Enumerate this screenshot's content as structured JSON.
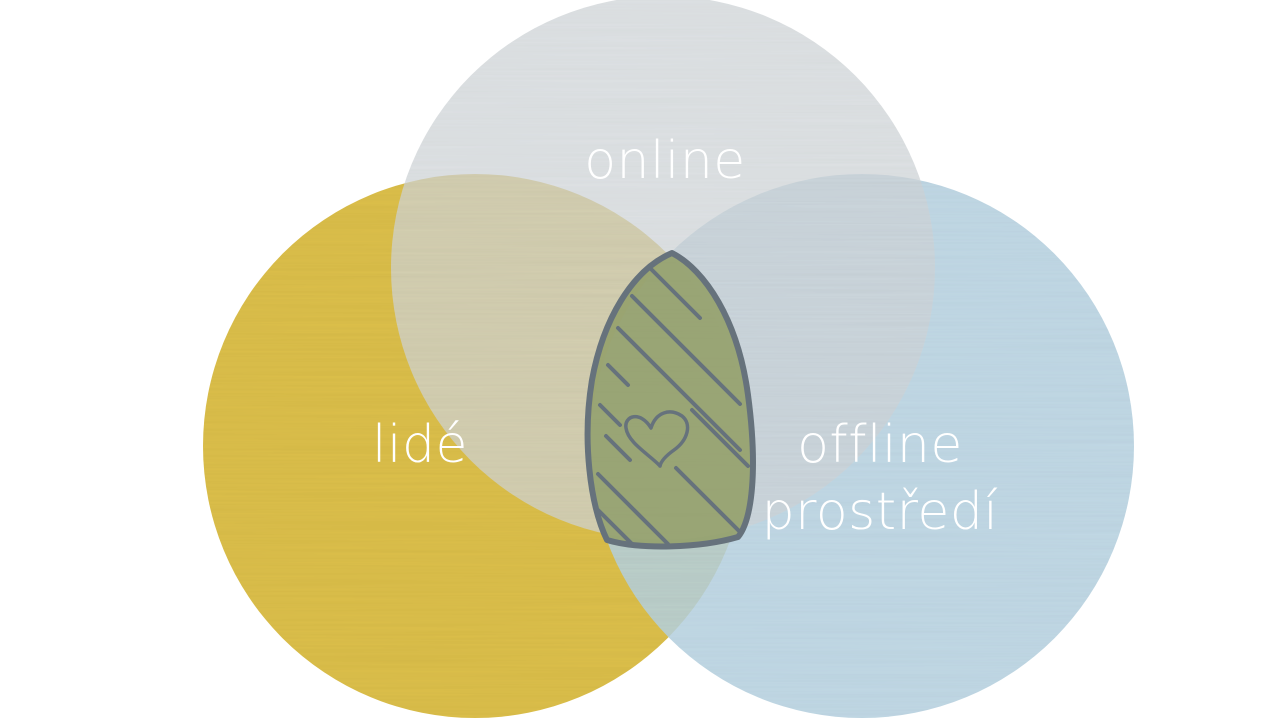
{
  "diagram": {
    "type": "venn-3",
    "sets": [
      {
        "id": "online",
        "label": "online",
        "color": "#d2d7da"
      },
      {
        "id": "lide",
        "label": "lidé",
        "color": "#ddc04c"
      },
      {
        "id": "offline",
        "label": "offline",
        "label_line2": "prostředí",
        "color": "#b7d3e2"
      }
    ],
    "intersection": {
      "icon": "heart-icon",
      "fill": "#93a06a",
      "outline": "#66727c"
    }
  }
}
